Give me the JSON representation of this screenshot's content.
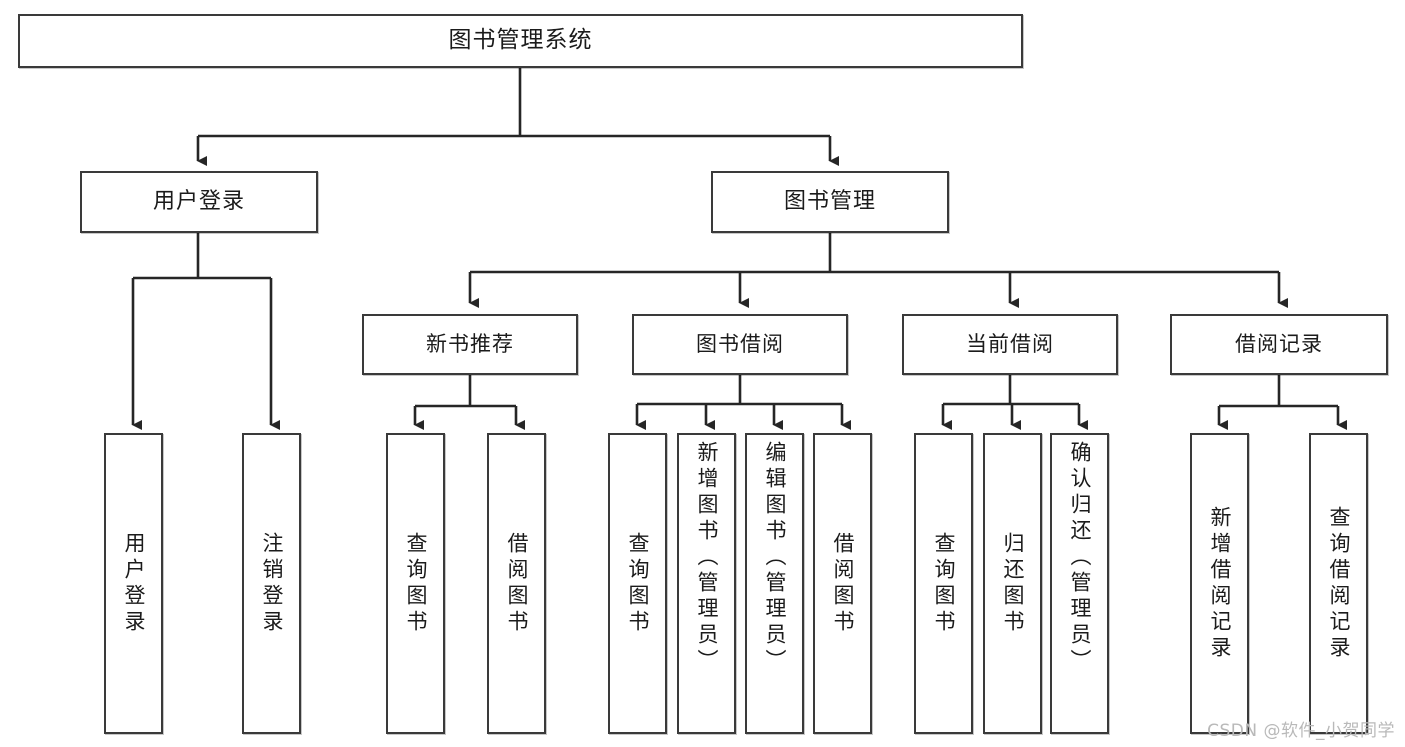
{
  "diagram": {
    "title": "图书管理系统",
    "type": "tree",
    "watermark": "CSDN @软件_小贺同学",
    "colors": {
      "box_border": "#3a3a3a",
      "box_fill": "#ffffff",
      "connector": "#262626",
      "text": "#1b1b1b",
      "watermark": "#b9b9b9"
    },
    "nodes": {
      "root": {
        "label": "图书管理系统"
      },
      "level2": [
        {
          "id": "user-login",
          "label": "用户登录"
        },
        {
          "id": "book-manage",
          "label": "图书管理"
        }
      ],
      "level3": [
        {
          "id": "new-book-recommend",
          "label": "新书推荐"
        },
        {
          "id": "book-borrow",
          "label": "图书借阅"
        },
        {
          "id": "current-borrow",
          "label": "当前借阅"
        },
        {
          "id": "borrow-record",
          "label": "借阅记录"
        }
      ],
      "leaves": {
        "user-login": [
          {
            "id": "leaf-user-login",
            "label": "用户登录"
          },
          {
            "id": "leaf-logout",
            "label": "注销登录"
          }
        ],
        "new-book-recommend": [
          {
            "id": "leaf-query-book-1",
            "label": "查询图书"
          },
          {
            "id": "leaf-borrow-book-1",
            "label": "借阅图书"
          }
        ],
        "book-borrow": [
          {
            "id": "leaf-query-book-2",
            "label": "查询图书"
          },
          {
            "id": "leaf-add-book",
            "label": "新增图书（管理员）"
          },
          {
            "id": "leaf-edit-book",
            "label": "编辑图书（管理员）"
          },
          {
            "id": "leaf-borrow-book-2",
            "label": "借阅图书"
          }
        ],
        "current-borrow": [
          {
            "id": "leaf-query-book-3",
            "label": "查询图书"
          },
          {
            "id": "leaf-return-book",
            "label": "归还图书"
          },
          {
            "id": "leaf-confirm-return",
            "label": "确认归还（管理员）"
          }
        ],
        "borrow-record": [
          {
            "id": "leaf-add-record",
            "label": "新增借阅记录"
          },
          {
            "id": "leaf-query-record",
            "label": "查询借阅记录"
          }
        ]
      }
    }
  }
}
